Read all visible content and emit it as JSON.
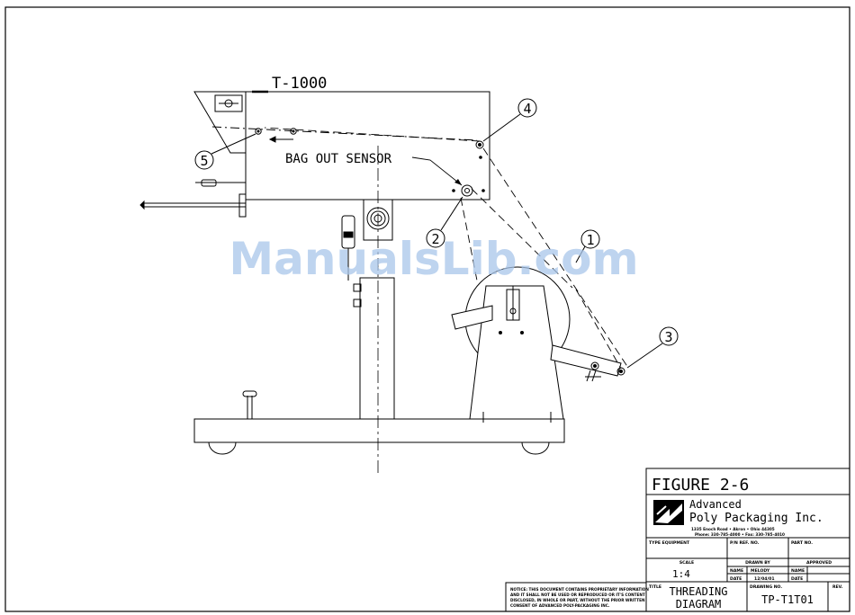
{
  "drawing": {
    "machine_model": "T-1000",
    "sensor_label": "BAG OUT SENSOR",
    "callouts": [
      "1",
      "2",
      "3",
      "4",
      "5"
    ]
  },
  "watermark": "ManualsLib.com",
  "title_block": {
    "figure": "FIGURE 2-6",
    "company_line1": "Advanced",
    "company_line2": "Poly Packaging Inc.",
    "address": "1335 Enoch Road  •  Akron  •  Ohio 44305",
    "phone": "Phone: 330-785-4000  •  Fax: 330-785-4010",
    "type_equipment_label": "TYPE EQUIPMENT",
    "pn_ref_label": "P/N REF. NO.",
    "part_no_label": "PART NO.",
    "scale_label": "SCALE",
    "scale_value": "1:4",
    "drawn_by_label": "DRAWN BY",
    "approved_label": "APPROVED",
    "name_label": "NAME",
    "drawn_name": "MELODY",
    "date_label": "DATE",
    "date_value": "12/04/01",
    "title_label": "TITLE",
    "title_line1": "THREADING",
    "title_line2": "DIAGRAM",
    "drawing_no_label": "DRAWING NO.",
    "drawing_no": "TP-T1T01",
    "rev_label": "REV."
  },
  "notice": [
    "NOTICE: THIS DOCUMENT CONTAINS PROPRIETARY INFORMATION",
    "AND IT SHALL NOT BE USED OR REPRODUCED OR IT'S CONTENT",
    "DISCLOSED, IN WHOLE OR PART, WITHOUT THE PRIOR WRITTEN",
    "CONSENT OF ADVANCED POLY-PACKAGING INC."
  ]
}
